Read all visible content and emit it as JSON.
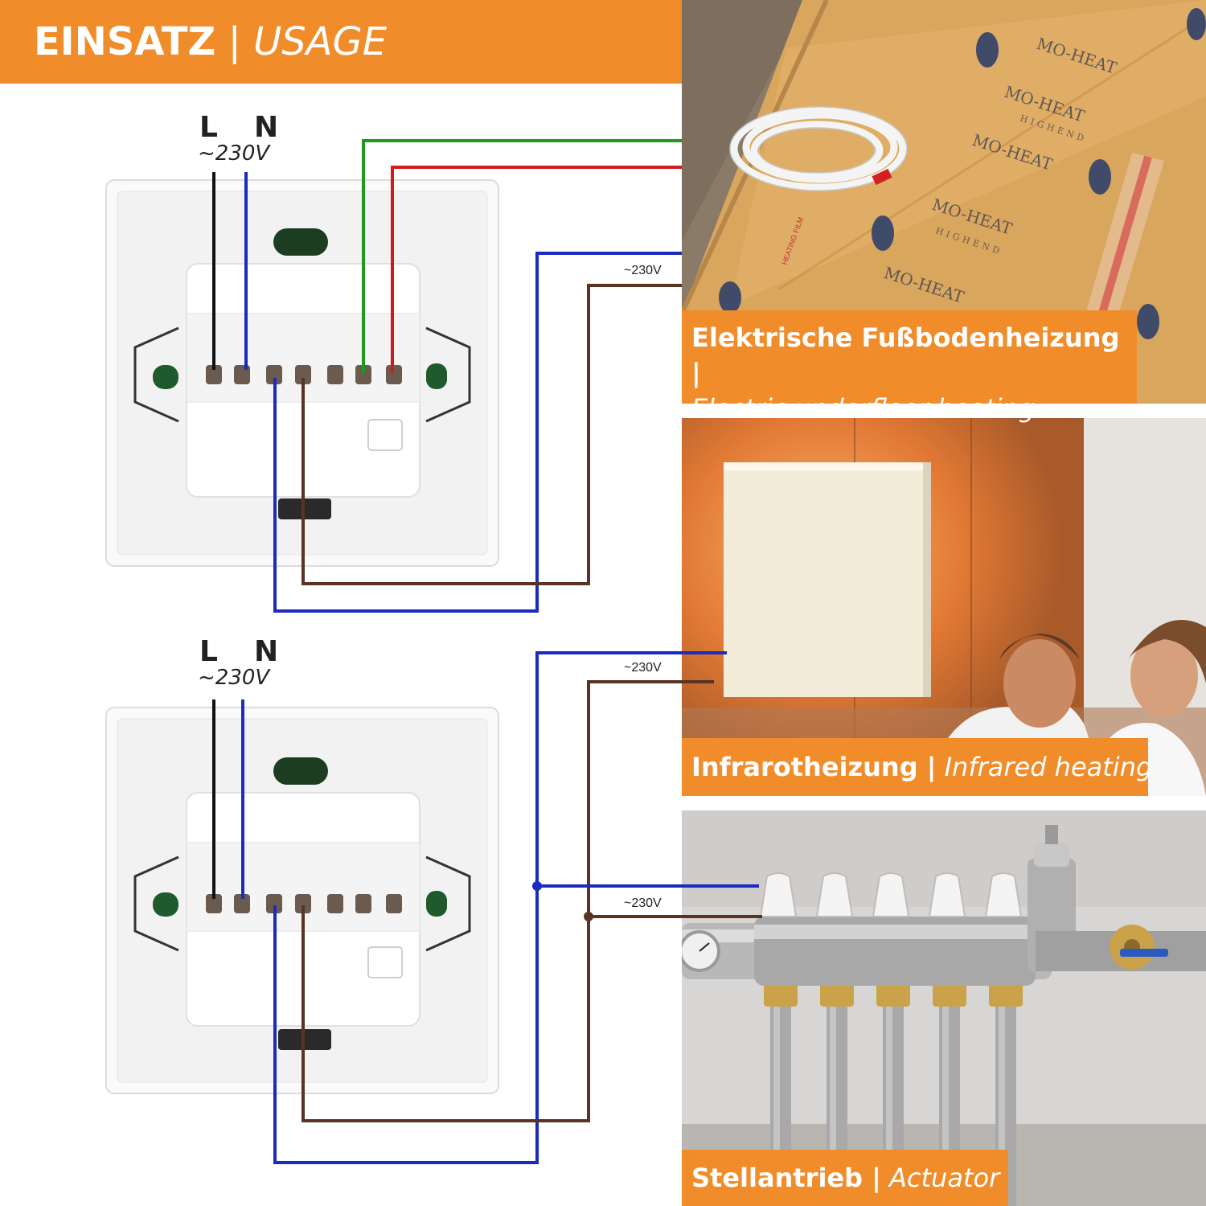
{
  "header": {
    "title_de": "EINSATZ",
    "separator": "|",
    "title_en": "USAGE"
  },
  "thermostats": [
    {
      "line_label": "L",
      "neutral_label": "N",
      "voltage_label": "~230V"
    },
    {
      "line_label": "L",
      "neutral_label": "N",
      "voltage_label": "~230V"
    }
  ],
  "applications": [
    {
      "label_de": "Elektrische Fußbodenheizung |",
      "label_en": "Electric underfloor heating",
      "voltage_label": "~230V",
      "photo_print": {
        "brand": "MO-HEAT",
        "product": "HIGHEND",
        "film_label": "HEATING FILM"
      }
    },
    {
      "label_de": "Infrarotheizung |",
      "label_en": "Infrared heating",
      "voltage_label": "~230V"
    },
    {
      "label_de": "Stellantrieb |",
      "label_en": "Actuator",
      "voltage_label": "~230V"
    }
  ],
  "colors": {
    "accent_orange": "#f08c2a",
    "wire_line": "#111111",
    "wire_neutral": "#1a2bbf",
    "wire_green": "#1f9a1f",
    "wire_red": "#d11a1a",
    "wire_brown": "#5a3322"
  }
}
